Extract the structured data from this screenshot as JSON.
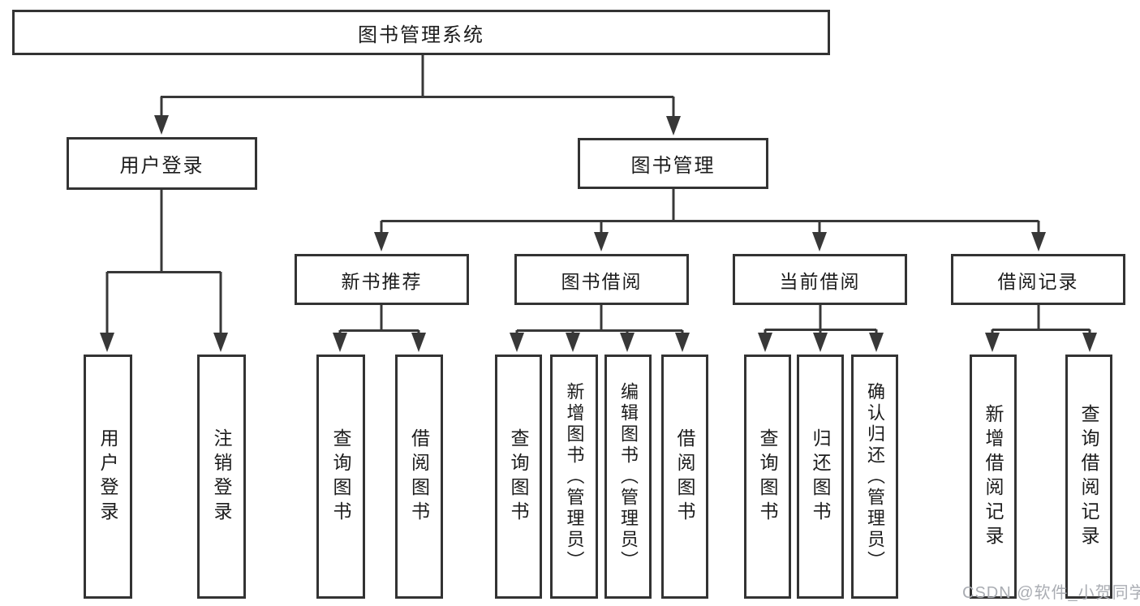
{
  "diagram": {
    "root": {
      "label": "图书管理系统"
    },
    "branches": [
      {
        "label": "用户登录",
        "children": [
          {
            "label": "用户登录"
          },
          {
            "label": "注销登录"
          }
        ]
      },
      {
        "label": "图书管理",
        "groups": [
          {
            "label": "新书推荐",
            "children": [
              {
                "label": "查询图书"
              },
              {
                "label": "借阅图书"
              }
            ]
          },
          {
            "label": "图书借阅",
            "children": [
              {
                "label": "查询图书"
              },
              {
                "label": "新增图书（管理员）"
              },
              {
                "label": "编辑图书（管理员）"
              },
              {
                "label": "借阅图书"
              }
            ]
          },
          {
            "label": "当前借阅",
            "children": [
              {
                "label": "查询图书"
              },
              {
                "label": "归还图书"
              },
              {
                "label": "确认归还（管理员）"
              }
            ]
          },
          {
            "label": "借阅记录",
            "children": [
              {
                "label": "新增借阅记录"
              },
              {
                "label": "查询借阅记录"
              }
            ]
          }
        ]
      }
    ]
  },
  "watermark": {
    "text": "CSDN @软件_小贺同学"
  },
  "colors": {
    "line": "#383838",
    "box_border": "#333333",
    "box_background": "#ffffff",
    "text": "#1c1c1c",
    "watermark": "#aaadb3"
  }
}
